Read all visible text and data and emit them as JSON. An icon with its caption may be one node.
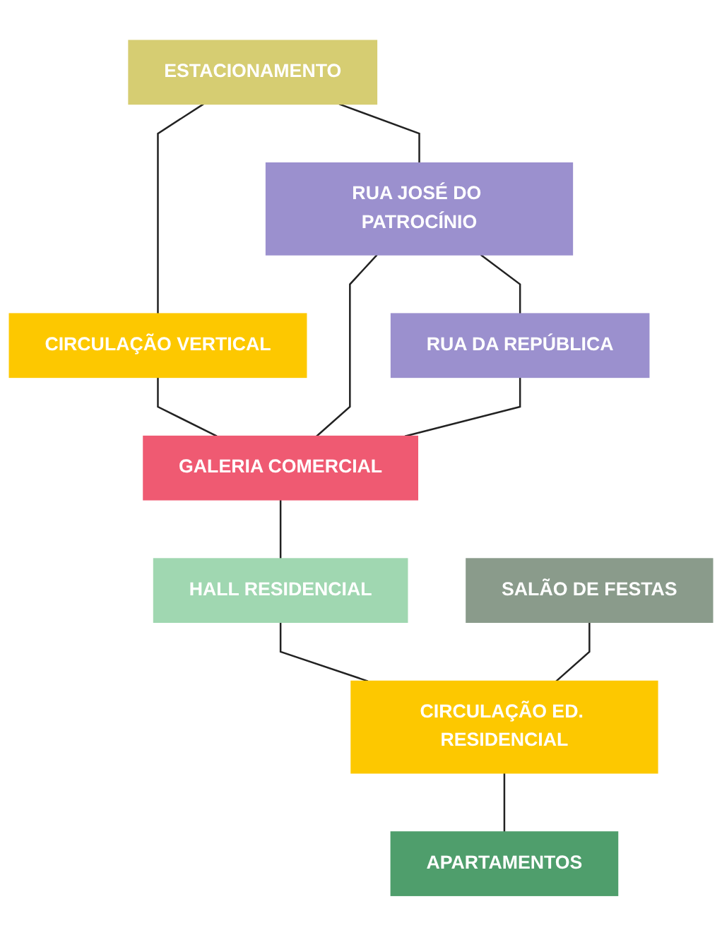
{
  "diagram": {
    "nodes": [
      {
        "text": [
          "ESTACIONAMENTO"
        ]
      },
      {
        "text": [
          "RUA JOSÉ DO PATROCÍNIO"
        ]
      },
      {
        "text": [
          "RUA DA REPÚBLICA"
        ]
      },
      {
        "text": [
          "CIRCULAÇÃO VERTICAL"
        ]
      },
      {
        "text": [
          "GALERIA COMERCIAL"
        ]
      },
      {
        "text": [
          "HALL RESIDENCIAL"
        ]
      },
      {
        "text": [
          "SALÃO DE FESTAS"
        ]
      },
      {
        "text": [
          "CIRCULAÇÃO ED. RESIDENCIAL"
        ]
      },
      {
        "text": [
          "APARTAMENTOS"
        ]
      }
    ],
    "edges": [
      {
        "from": 0,
        "to": 1,
        "arrow": "none"
      },
      {
        "from": 1,
        "to": 2,
        "arrow": "none"
      },
      {
        "from": 0,
        "to": 3,
        "arrow": "none"
      },
      {
        "from": 3,
        "to": 4,
        "arrow": "none"
      },
      {
        "from": 1,
        "to": 4,
        "arrow": "none"
      },
      {
        "from": 2,
        "to": 4,
        "arrow": "none"
      },
      {
        "from": 4,
        "to": 5,
        "arrow": "none"
      },
      {
        "from": 5,
        "to": 7,
        "arrow": "none"
      },
      {
        "from": 6,
        "to": 7,
        "arrow": "none"
      },
      {
        "from": 7,
        "to": 8,
        "arrow": "none"
      }
    ]
  }
}
